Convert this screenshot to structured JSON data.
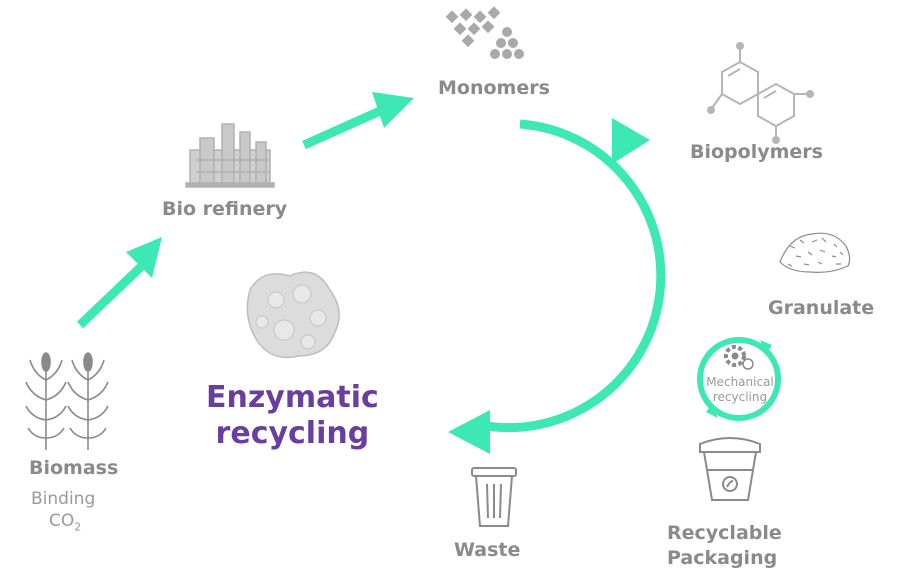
{
  "colors": {
    "accent": "#3de8b5",
    "icon_gray": "#a9a9a9",
    "label_gray": "#8a8a8a",
    "highlight": "#6a3ea1"
  },
  "labels": {
    "monomers": "Monomers",
    "biopolymers": "Biopolymers",
    "granulate": "Granulate",
    "bio_refinery": "Bio refinery",
    "biomass": "Biomass",
    "binding": "Binding",
    "co2_main": "CO",
    "co2_sub": "2",
    "enzymatic_line1": "Enzymatic",
    "enzymatic_line2": "recycling",
    "waste": "Waste",
    "recyclable_line1": "Recyclable",
    "recyclable_line2": "Packaging",
    "mechanical_line1": "Mechanical",
    "mechanical_line2": "recycling"
  },
  "icons": {
    "monomers": "monomers-cubes-spheres-icon",
    "biopolymers": "molecule-structure-icon",
    "granulate": "granulate-pile-icon",
    "bio_refinery": "factory-icon",
    "biomass": "corn-plant-icon",
    "enzyme": "enzyme-protein-icon",
    "waste": "trash-bin-icon",
    "packaging": "packaging-cup-icon",
    "mechanical": "gear-recycle-icon"
  }
}
